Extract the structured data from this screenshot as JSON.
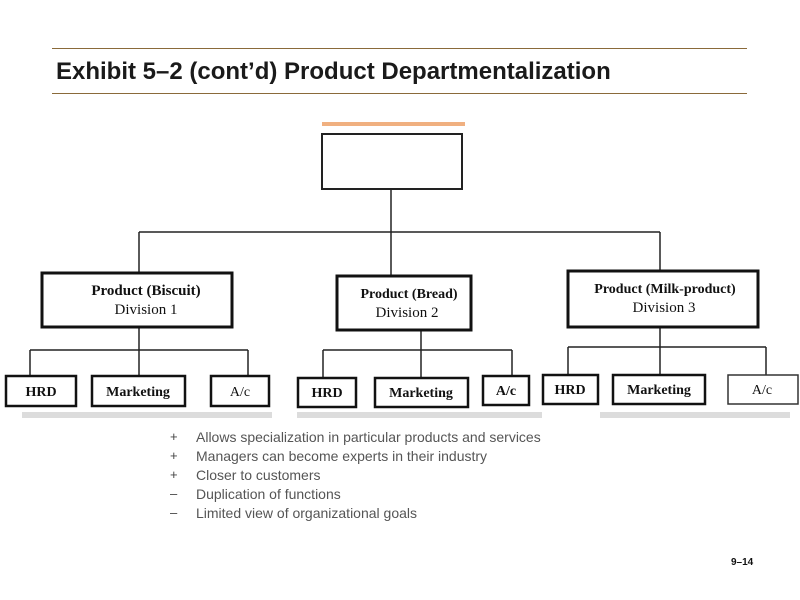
{
  "slide": {
    "title": "Exhibit 5–2 (cont’d) Product Departmentalization",
    "page_number": "9–14"
  },
  "org_chart": {
    "root_label": "",
    "divisions": [
      {
        "line1": "Product (Biscuit)",
        "line2": "Division 1",
        "departments": [
          "HRD",
          "Marketing",
          "A/c"
        ]
      },
      {
        "line1": "Product (Bread)",
        "line2": "Division 2",
        "departments": [
          "HRD",
          "Marketing",
          "A/c"
        ]
      },
      {
        "line1": "Product (Milk-product)",
        "line2": "Division 3",
        "departments": [
          "HRD",
          "Marketing",
          "A/c"
        ]
      }
    ]
  },
  "bullets": [
    {
      "sign": "+",
      "text": "Allows specialization in particular products and services"
    },
    {
      "sign": "+",
      "text": "Managers can become experts in their industry"
    },
    {
      "sign": "+",
      "text": "Closer to customers"
    },
    {
      "sign": "–",
      "text": "Duplication of functions"
    },
    {
      "sign": "–",
      "text": "Limited view of organizational goals"
    }
  ]
}
